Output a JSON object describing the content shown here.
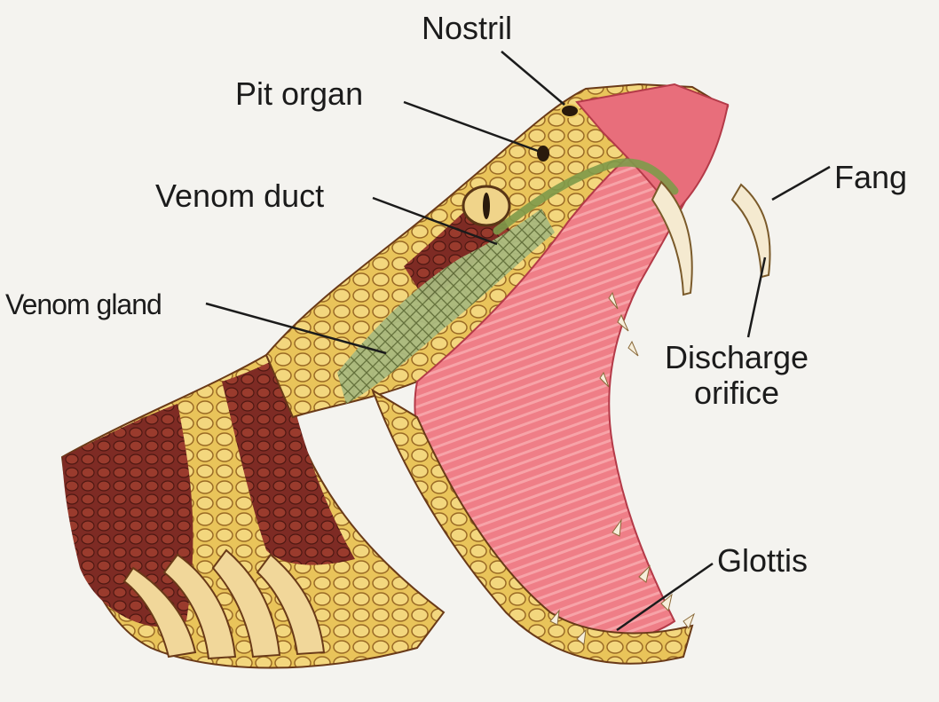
{
  "labels": {
    "nostril": "Nostril",
    "pit_organ": "Pit organ",
    "venom_duct": "Venom duct",
    "venom_gland": "Venom gland",
    "fang": "Fang",
    "discharge_line1": "Discharge",
    "discharge_line2": "orifice",
    "glottis": "Glottis"
  },
  "colors": {
    "background": "#f4f3ef",
    "mouth": "#f07e86",
    "mouth_dark": "#c24a58",
    "scale_yellow": "#e9c45a",
    "scale_brown": "#7e2b24",
    "venom_green": "#9fb27a",
    "fang": "#f5ead0",
    "leader_line": "#1b1b1b"
  }
}
